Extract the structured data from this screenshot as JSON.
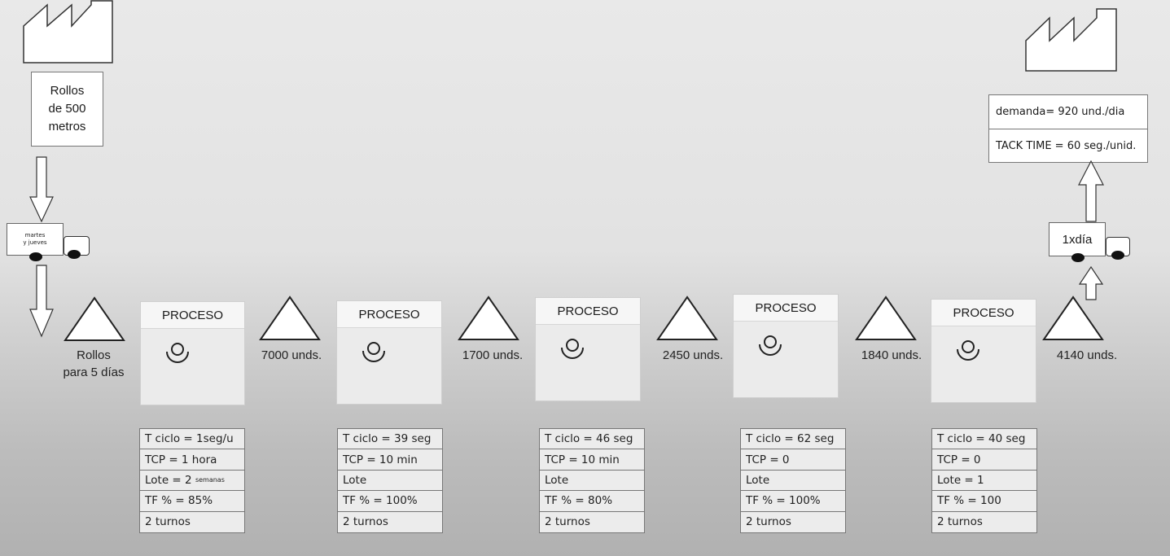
{
  "supplier": {
    "label": "Rollos\nde 500\nmetros",
    "truck_label": "martes\ny jueves"
  },
  "customer": {
    "demand": "demanda= 920 und./dia",
    "takt_time": "TACK TIME = 60 seg./unid.",
    "truck_label": "1xdía"
  },
  "inventories": [
    {
      "label": "Rollos\npara 5 días"
    },
    {
      "label": "7000 unds."
    },
    {
      "label": "1700 unds."
    },
    {
      "label": "2450 unds."
    },
    {
      "label": "1840 unds."
    },
    {
      "label": "4140 unds."
    }
  ],
  "processes": [
    {
      "title": "PROCESO",
      "data": [
        "T ciclo = 1seg/u",
        "TCP = 1 hora",
        "Lote = 2 ",
        "TF % = 85%",
        "2 turnos"
      ],
      "lote_suffix": "semanas"
    },
    {
      "title": "PROCESO",
      "data": [
        "T ciclo = 39 seg",
        "TCP = 10 min",
        "Lote",
        "TF % = 100%",
        "2 turnos"
      ]
    },
    {
      "title": "PROCESO",
      "data": [
        "T ciclo = 46 seg",
        "TCP = 10 min",
        "Lote",
        "TF % = 80%",
        "2 turnos"
      ]
    },
    {
      "title": "PROCESO",
      "data": [
        "T ciclo = 62 seg",
        "TCP = 0",
        "Lote",
        "TF % = 100%",
        "2 turnos"
      ]
    },
    {
      "title": "PROCESO",
      "data": [
        "T ciclo = 40 seg",
        "TCP = 0",
        "Lote = 1",
        "TF % = 100",
        "2 turnos"
      ]
    }
  ],
  "icons": [
    "factory-icon",
    "truck-icon",
    "inventory-triangle-icon",
    "operator-icon",
    "push-arrow-icon"
  ]
}
